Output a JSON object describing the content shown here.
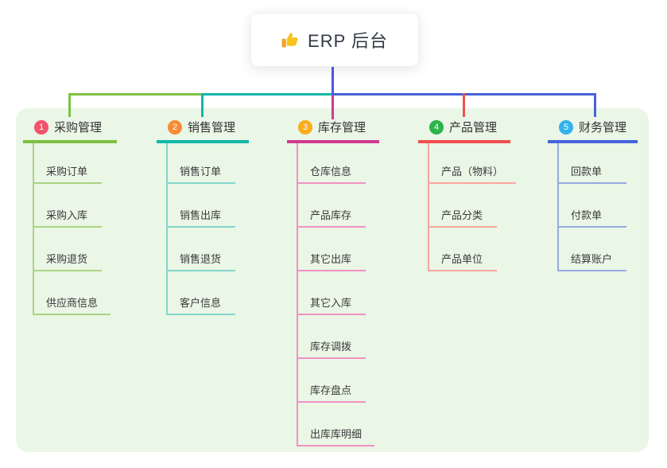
{
  "root": {
    "label": "ERP 后台",
    "icon": "thumbs-up-icon"
  },
  "canvas": {
    "background": "#ffffff",
    "panel_color": "#eaf6e6"
  },
  "connector_root_color": "#4f55e5",
  "branches": [
    {
      "number": "1",
      "title": "采购管理",
      "colors": {
        "main": "#7cc242",
        "light": "#a9d584",
        "badge": "#f4516c"
      },
      "children": [
        "采购订单",
        "采购入库",
        "采购退货",
        "供应商信息"
      ]
    },
    {
      "number": "2",
      "title": "销售管理",
      "colors": {
        "main": "#12b7a7",
        "light": "#82d6cb",
        "badge": "#f98a37"
      },
      "children": [
        "销售订单",
        "销售出库",
        "销售退货",
        "客户信息"
      ]
    },
    {
      "number": "3",
      "title": "库存管理",
      "colors": {
        "main": "#cd3b92",
        "light": "#f191c4",
        "badge": "#fbab1c"
      },
      "children": [
        "仓库信息",
        "产品库存",
        "其它出库",
        "其它入库",
        "库存调拨",
        "库存盘点",
        "出库库明细"
      ]
    },
    {
      "number": "4",
      "title": "产品管理",
      "colors": {
        "main": "#f05050",
        "light": "#f7a6a0",
        "badge": "#2bb34b"
      },
      "children": [
        "产品（物料）",
        "产品分类",
        "产品单位"
      ]
    },
    {
      "number": "5",
      "title": "财务管理",
      "colors": {
        "main": "#4663da",
        "light": "#97a9e2",
        "badge": "#31b2ee"
      },
      "children": [
        "回款单",
        "付款单",
        "结算账户"
      ]
    }
  ]
}
